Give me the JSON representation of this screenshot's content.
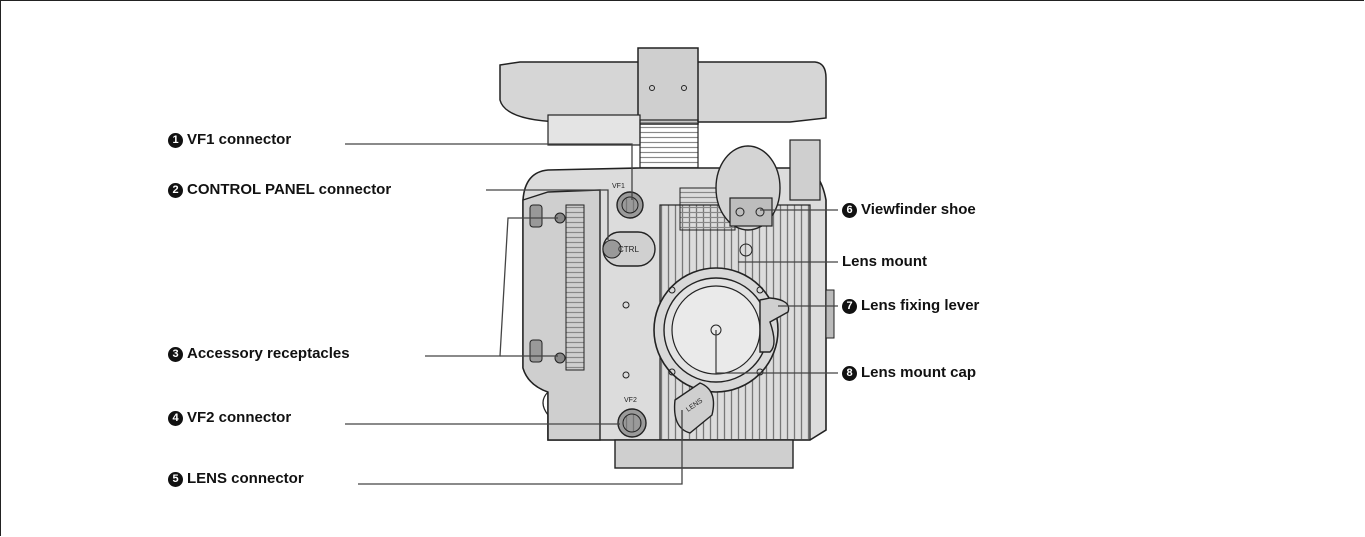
{
  "callouts": [
    {
      "id": "vf1",
      "num": "1",
      "label": "VF1 connector"
    },
    {
      "id": "control-panel",
      "num": "2",
      "label": "CONTROL PANEL connector"
    },
    {
      "id": "accessory",
      "num": "3",
      "label": "Accessory receptacles"
    },
    {
      "id": "vf2",
      "num": "4",
      "label": "VF2 connector"
    },
    {
      "id": "lens-conn",
      "num": "5",
      "label": "LENS connector"
    },
    {
      "id": "vf-shoe",
      "num": "6",
      "label": "Viewfinder shoe"
    },
    {
      "id": "lens-mount",
      "num": "",
      "label": "Lens mount"
    },
    {
      "id": "lens-lever",
      "num": "7",
      "label": "Lens fixing lever"
    },
    {
      "id": "lens-cap",
      "num": "8",
      "label": "Lens mount cap"
    }
  ],
  "device_labels": {
    "ctrl": "CTRL",
    "vf1": "VF1",
    "vf2": "VF2",
    "lens": "LENS"
  }
}
